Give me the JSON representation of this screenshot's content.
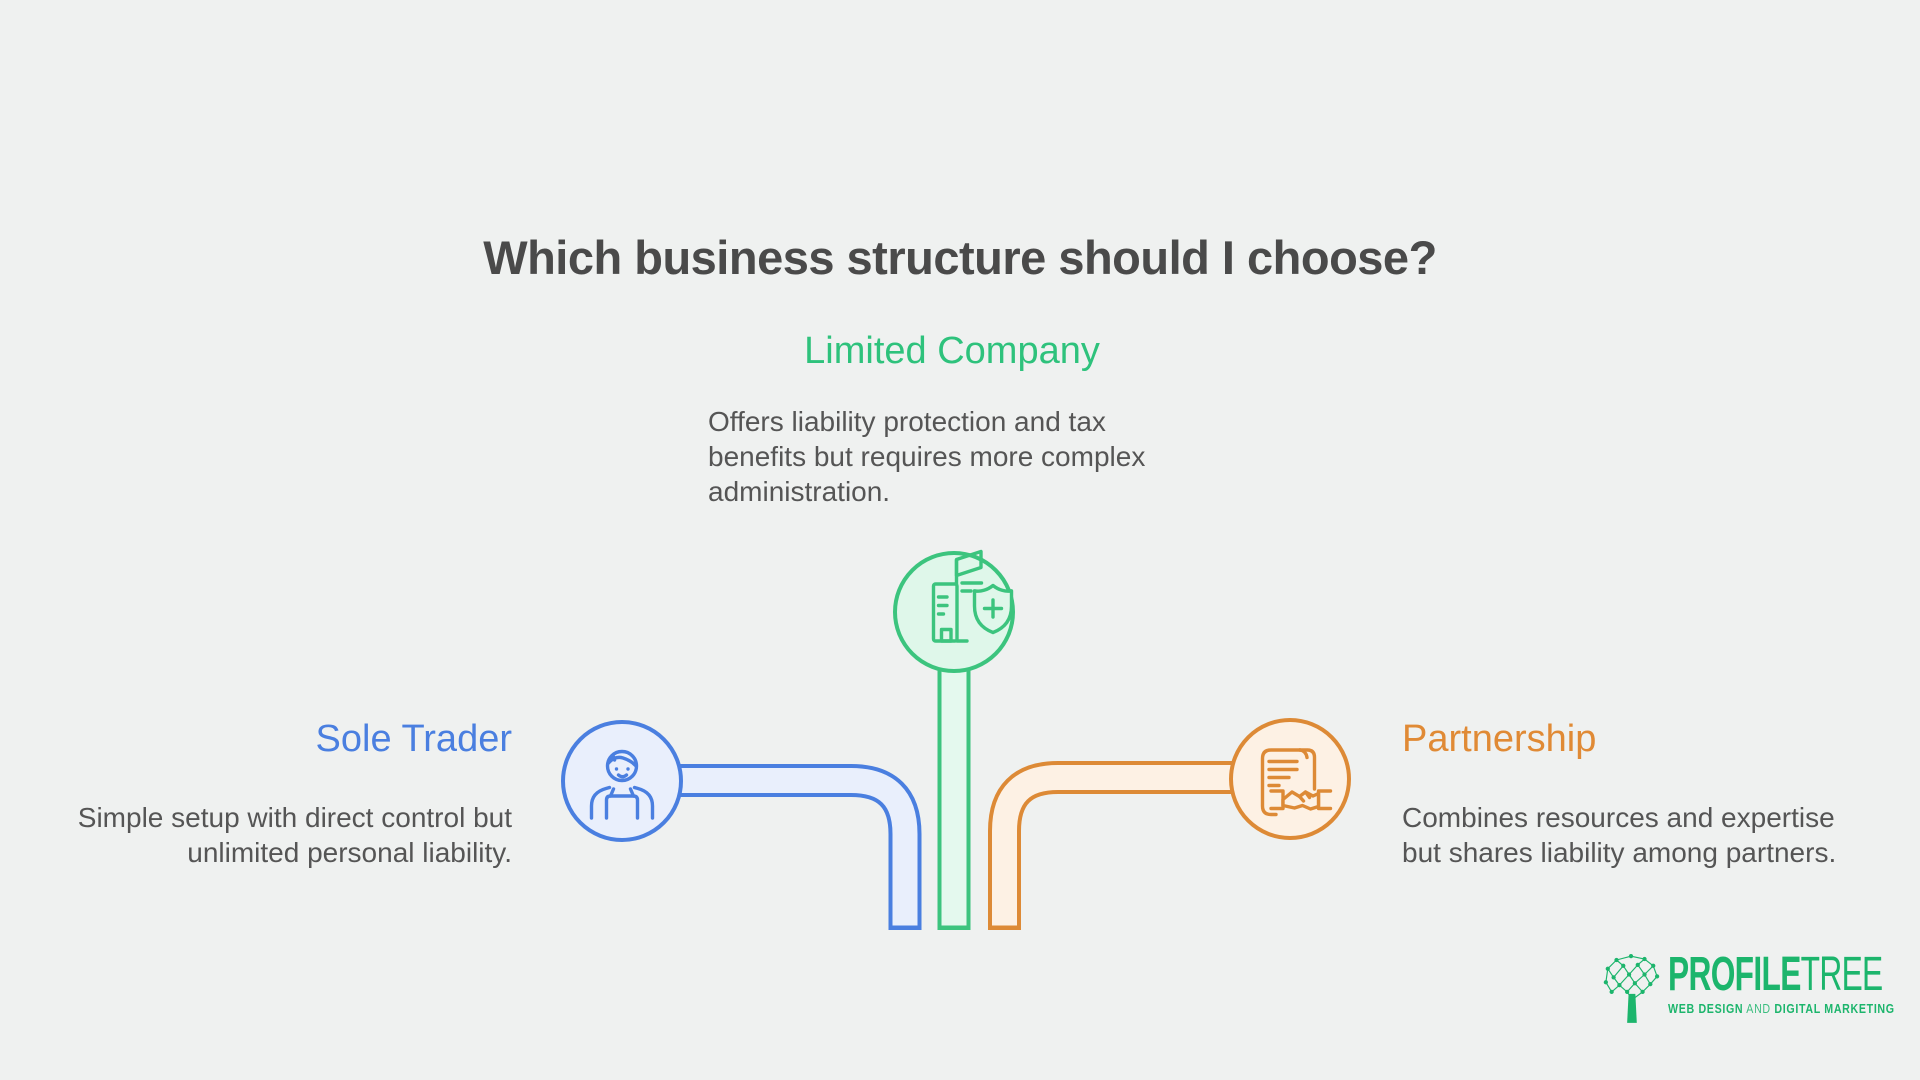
{
  "title": "Which business structure should I choose?",
  "options": [
    {
      "id": "limited-company",
      "label": "Limited Company",
      "description": "Offers liability protection and tax benefits but requires more complex administration.",
      "lines": [
        "Offers liability protection and tax",
        "benefits but requires more complex",
        "administration."
      ],
      "accent_color": "#3CC47E",
      "fill_color": "#DFF7EA",
      "icon": "building-shield-icon"
    },
    {
      "id": "sole-trader",
      "label": "Sole Trader",
      "description": "Simple setup with direct control but unlimited personal liability.",
      "lines": [
        "Simple setup with direct control but",
        "unlimited personal liability."
      ],
      "accent_color": "#4A7FE0",
      "fill_color": "#E9EFFC",
      "icon": "person-apron-icon"
    },
    {
      "id": "partnership",
      "label": "Partnership",
      "description": "Combines resources and expertise but shares liability among partners.",
      "lines": [
        "Combines resources and expertise",
        "but shares liability among partners."
      ],
      "accent_color": "#DD8A36",
      "fill_color": "#FDF1E4",
      "icon": "contract-handshake-icon"
    }
  ],
  "logo": {
    "brand_primary": "PROFILE",
    "brand_secondary": "TREE",
    "tagline": "WEB DESIGN AND DIGITAL MARKETING",
    "tagline_parts": [
      "WEB DESIGN",
      "AND",
      "DIGITAL MARKETING"
    ],
    "color": "#1CB56C"
  },
  "colors": {
    "background": "#EFF1F0",
    "title_text": "#4A4A4A",
    "body_text": "#555555"
  }
}
